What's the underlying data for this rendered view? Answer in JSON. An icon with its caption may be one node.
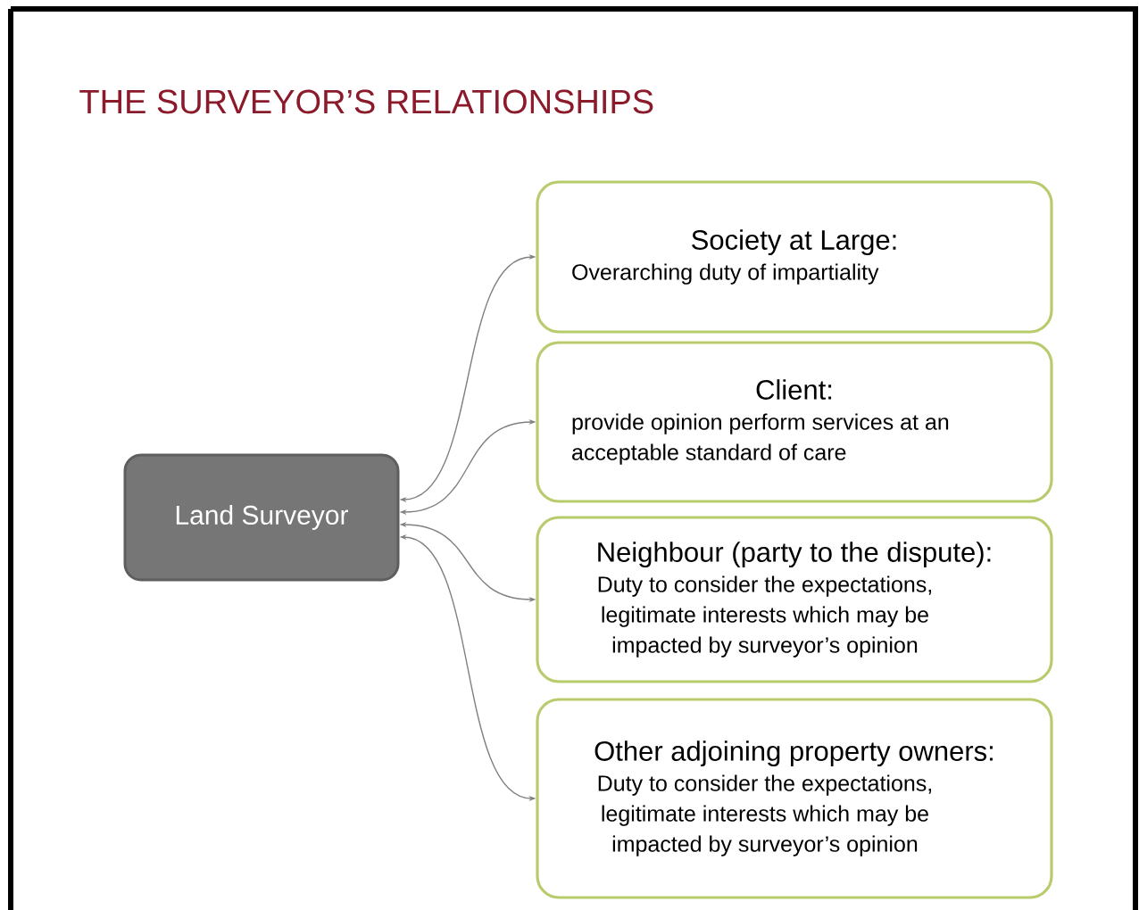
{
  "diagram": {
    "title": "THE SURVEYOR’S RELATIONSHIPS",
    "nodes": [
      {
        "text": [
          "Land Surveyor"
        ]
      },
      {
        "text": [
          "Society at Large:",
          "Overarching duty of impartiality"
        ]
      },
      {
        "text": [
          "Client:",
          "provide opinion perform services at an acceptable standard of care"
        ]
      },
      {
        "text": [
          "Neighbour (party to the dispute):",
          "Duty to consider the expectations, legitimate interests which may be impacted by surveyor’s opinion"
        ]
      },
      {
        "text": [
          "Other adjoining property owners:",
          "Duty to consider the expectations, legitimate interests which may be impacted by surveyor’s opinion"
        ]
      }
    ],
    "edges": [
      {
        "from": 0,
        "to": 1,
        "arrow": "both"
      },
      {
        "from": 0,
        "to": 2,
        "arrow": "both"
      },
      {
        "from": 0,
        "to": 3,
        "arrow": "both"
      },
      {
        "from": 0,
        "to": 4,
        "arrow": "both"
      }
    ]
  }
}
